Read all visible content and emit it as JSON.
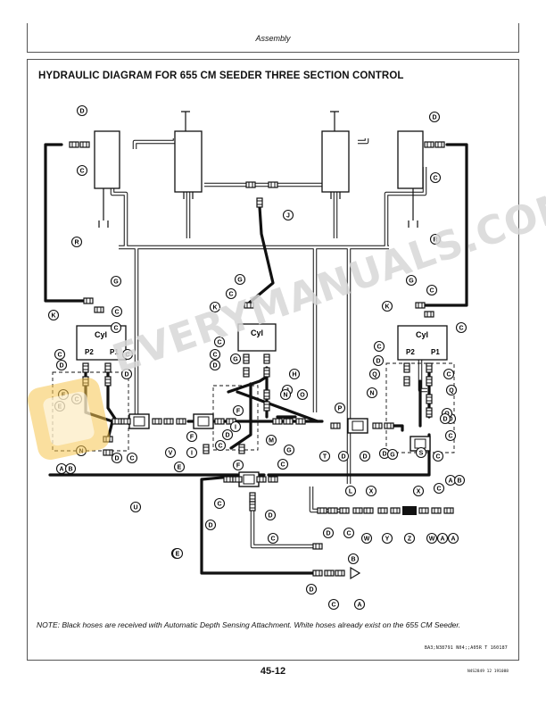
{
  "header": {
    "section_title": "Assembly"
  },
  "diagram": {
    "title": "HYDRAULIC DIAGRAM FOR 655 CM SEEDER THREE SECTION CONTROL",
    "cyl_label": "Cyl",
    "port_p2": "P2",
    "port_p1": "P1",
    "callouts": [
      "D",
      "C",
      "R",
      "G",
      "C",
      "K",
      "C",
      "C",
      "D",
      "C",
      "D",
      "E",
      "F",
      "C",
      "N",
      "A",
      "B",
      "D",
      "C",
      "V",
      "I",
      "F",
      "G",
      "C",
      "K",
      "C",
      "C",
      "D",
      "G",
      "H",
      "J",
      "M",
      "F",
      "I",
      "D",
      "C",
      "E",
      "F",
      "G",
      "C",
      "N",
      "O",
      "D",
      "J",
      "D",
      "C",
      "R",
      "G",
      "K",
      "C",
      "C",
      "C",
      "D",
      "Q",
      "N",
      "D",
      "P",
      "D",
      "C",
      "Q",
      "G",
      "S",
      "C",
      "D",
      "C",
      "A",
      "B",
      "Q",
      "D",
      "T",
      "U",
      "D",
      "C",
      "E",
      "D",
      "C",
      "L",
      "X",
      "X",
      "C",
      "D",
      "C",
      "W",
      "Y",
      "Z",
      "W",
      "A",
      "A",
      "B",
      "E",
      "D",
      "C",
      "A"
    ]
  },
  "watermark": {
    "text": "EVERYMANUALS.COM"
  },
  "note": "NOTE: Black hoses are received with Automatic Depth Sensing Attachment. White hoses already exist on the 655 CM Seeder.",
  "figure_code": "BA3;N38791 N04;;A05R T 160187",
  "page_number": "45-12",
  "page_code": "N4S2849 12 191088"
}
